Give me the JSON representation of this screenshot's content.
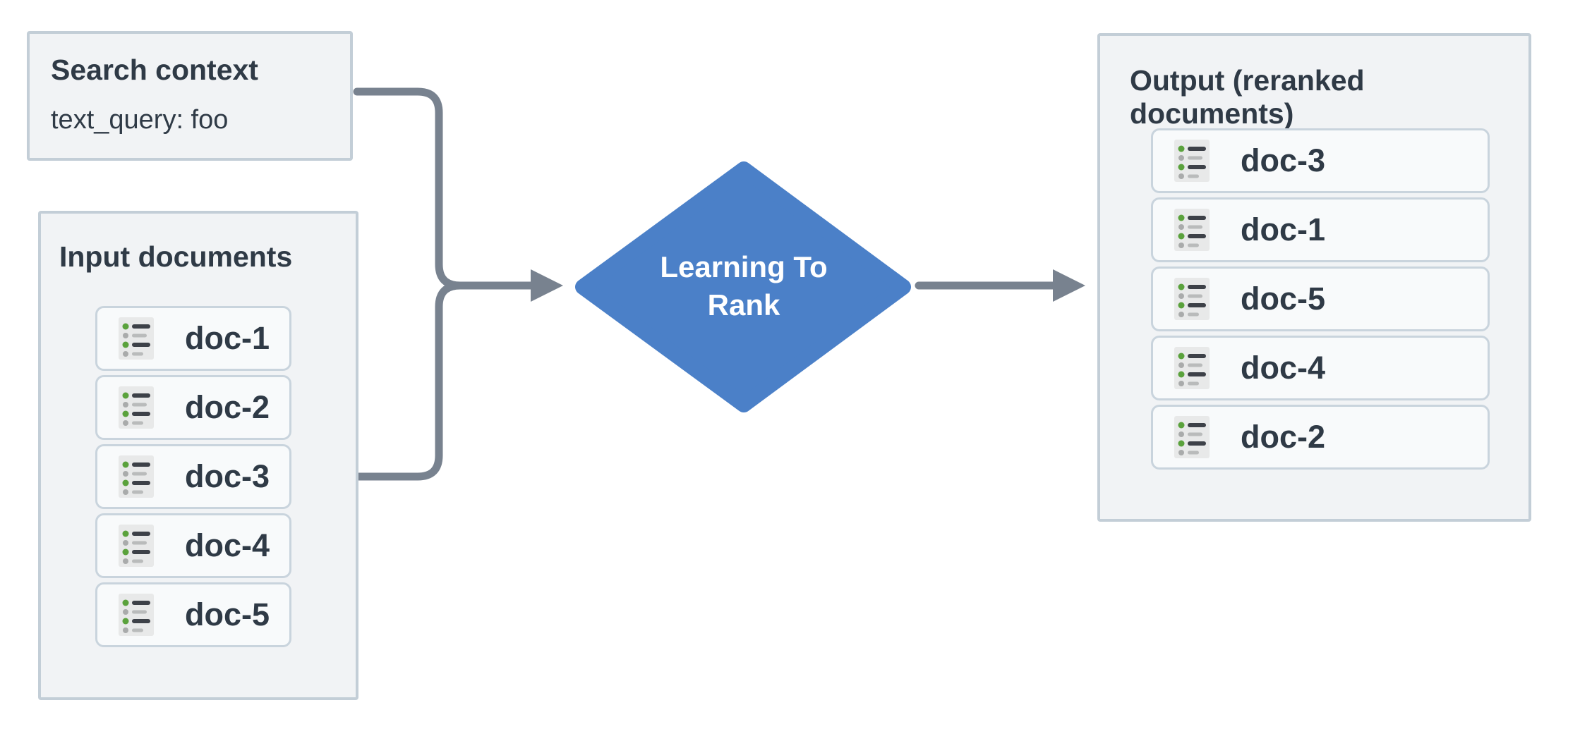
{
  "diagram": {
    "search_context": {
      "title": "Search context",
      "body": "text_query: foo"
    },
    "input_documents": {
      "title": "Input documents",
      "item_icon": "list-icon",
      "items": [
        "doc-1",
        "doc-2",
        "doc-3",
        "doc-4",
        "doc-5"
      ]
    },
    "process": {
      "shape": "diamond",
      "label": "Learning To Rank"
    },
    "output_documents": {
      "title": "Output (reranked documents)",
      "item_icon": "list-icon",
      "items": [
        "doc-3",
        "doc-1",
        "doc-5",
        "doc-4",
        "doc-2"
      ]
    },
    "colors": {
      "box_fill": "#f1f3f5",
      "box_border": "#c3ced7",
      "card_fill": "#f8fafb",
      "card_border": "#c9d4dd",
      "text": "#2f3a46",
      "process_fill": "#4b80c8",
      "process_text": "#ffffff",
      "connector": "#78828f",
      "icon_bg": "#e8e9e9",
      "icon_bullet_green": "#5aa23c",
      "icon_bullet_gray": "#a9abab",
      "icon_line_dark": "#3d4148",
      "icon_line_gray": "#b9bbbb"
    }
  }
}
